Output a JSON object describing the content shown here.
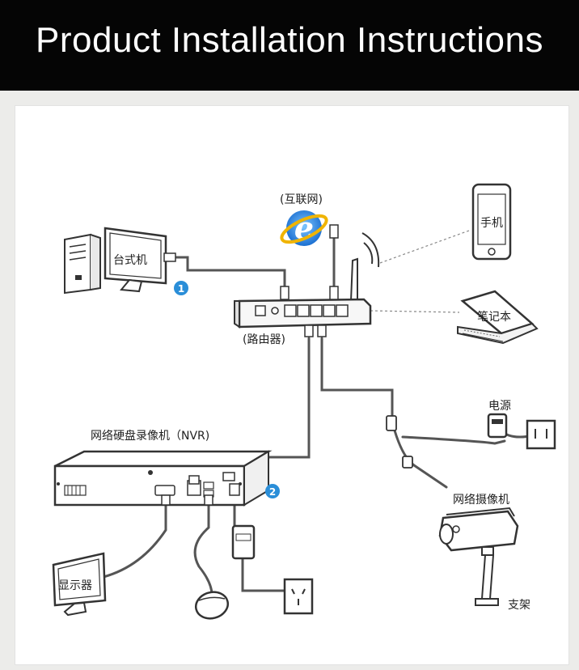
{
  "header": {
    "title": "Product Installation Instructions"
  },
  "labels": {
    "internet": "(互联网)",
    "desktop": "台式机",
    "phone": "手机",
    "laptop": "笔记本",
    "router": "(路由器)",
    "nvr": "网络硬盘录像机（NVR)",
    "power": "电源",
    "camera": "网络摄像机",
    "monitor": "显示器",
    "bracket": "支架"
  },
  "badges": {
    "step1": "1",
    "step2": "2"
  },
  "icons": {
    "internet": "ie-logo-icon",
    "desktop": "desktop-computer-icon",
    "phone": "smartphone-icon",
    "laptop": "laptop-icon",
    "router": "router-icon",
    "nvr": "nvr-recorder-icon",
    "power": "power-socket-icon",
    "camera": "bullet-camera-icon",
    "monitor": "monitor-icon",
    "mouse": "mouse-icon",
    "adapter": "power-adapter-icon",
    "outlet": "wall-outlet-icon"
  },
  "colors": {
    "badge": "#2a8ed8",
    "ie_blue": "#1b6fd1",
    "ie_ring": "#f0b400",
    "header_bg": "#050505"
  }
}
